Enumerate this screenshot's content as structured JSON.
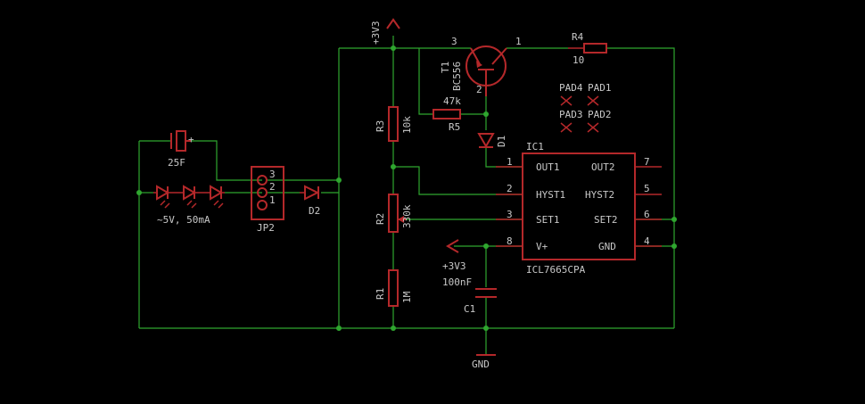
{
  "nets": {
    "top_rail": "+3V3",
    "vplus": "+3V3",
    "ground": "GND"
  },
  "components": {
    "t1": {
      "name": "T1",
      "value": "BC556",
      "pin_c": "3",
      "pin_e": "1",
      "pin_b": "2"
    },
    "r4": {
      "name": "R4",
      "value": "10"
    },
    "r5": {
      "name": "R5",
      "value": "47k"
    },
    "d1": {
      "name": "D1"
    },
    "d2": {
      "name": "D2"
    },
    "r3": {
      "name": "R3",
      "value": "10k"
    },
    "r2": {
      "name": "R2",
      "value": "330k"
    },
    "r1": {
      "name": "R1",
      "value": "1M"
    },
    "c1": {
      "name": "C1",
      "value": "100nF"
    },
    "supercap": {
      "value": "25F"
    },
    "leds": {
      "value": "~5V, 50mA"
    },
    "jp2": {
      "name": "JP2",
      "pins": [
        "3",
        "2",
        "1"
      ]
    },
    "pads": [
      "PAD4",
      "PAD1",
      "PAD3",
      "PAD2"
    ],
    "ic1": {
      "name": "IC1",
      "value": "ICL7665CPA",
      "left_pins": [
        {
          "num": "1",
          "label": "OUT1"
        },
        {
          "num": "2",
          "label": "HYST1"
        },
        {
          "num": "3",
          "label": "SET1"
        },
        {
          "num": "8",
          "label": "V+"
        }
      ],
      "right_pins": [
        {
          "num": "7",
          "label": "OUT2"
        },
        {
          "num": "5",
          "label": "HYST2"
        },
        {
          "num": "6",
          "label": "SET2"
        },
        {
          "num": "4",
          "label": "GND"
        }
      ]
    }
  },
  "colors": {
    "background": "#000000",
    "wire": "#2fa62f",
    "part": "#b4282a",
    "text": "#c8c8c8"
  }
}
